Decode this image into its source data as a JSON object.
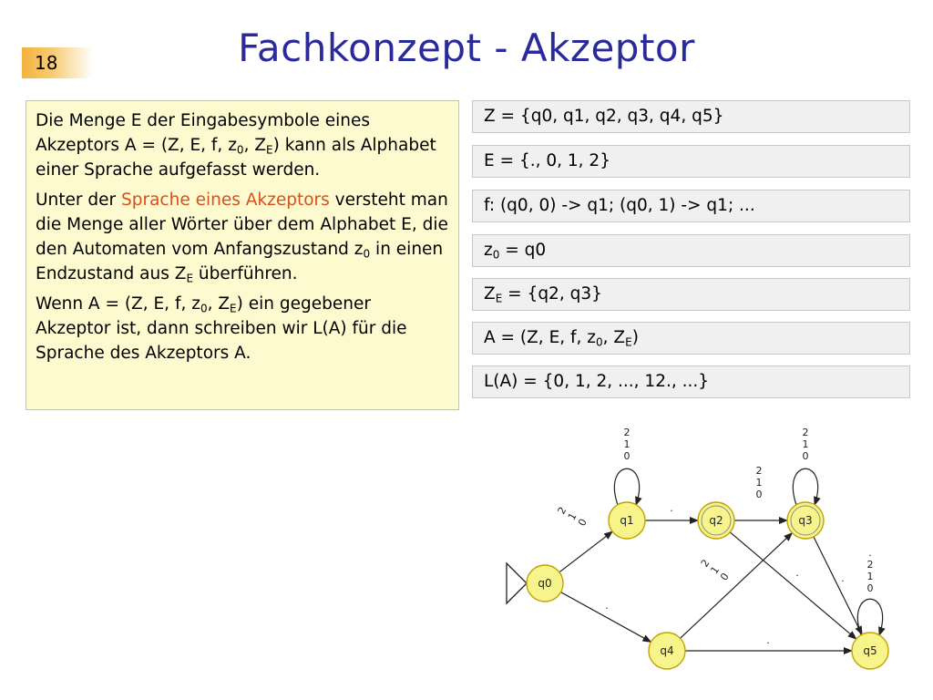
{
  "slide": {
    "number": "18",
    "title": "Fachkonzept - Akzeptor"
  },
  "textbox": {
    "p1": "Die Menge E der Eingabesymbole eines Akzeptors A = (Z, E, f, z0, ZE) kann als Alphabet einer Sprache aufgefasst werden.",
    "p2": "Unter der Sprache eines Akzeptors versteht man die Menge aller Wörter über dem Alphabet E, die den Automaten vom Anfangszustand z0 in einen Endzustand aus ZE überführen.",
    "p3": "Wenn A = (Z, E, f, z0, ZE) ein gegebener Akzeptor ist, dann schreiben wir L(A) für die Sprache des Akzeptors A."
  },
  "definitions": [
    "Z = {q0, q1, q2, q3, q4, q5}",
    "E = {., 0, 1, 2}",
    "f: (q0, 0) -> q1; (q0, 1) -> q1; ...",
    "z0 = q0",
    "ZE = {q2, q3}",
    "A = (Z, E, f, z0, ZE)",
    "L(A) = {0, 1, 2, ..., 12., ...}"
  ],
  "automaton": {
    "states": [
      "q0",
      "q1",
      "q2",
      "q3",
      "q4",
      "q5"
    ],
    "start_state": "q0",
    "final_states": [
      "q2",
      "q3"
    ],
    "colors": {
      "state_fill": "#f7f48c",
      "state_stroke": "#c2a400",
      "arrow": "#222222"
    },
    "edges": [
      {
        "from": "q0",
        "to": "q1",
        "labels": [
          "2",
          "1",
          "0"
        ]
      },
      {
        "from": "q0",
        "to": "q4",
        "labels": [
          "."
        ]
      },
      {
        "from": "q1",
        "to": "q1",
        "labels": [
          "2",
          "1",
          "0"
        ]
      },
      {
        "from": "q1",
        "to": "q2",
        "labels": [
          "."
        ]
      },
      {
        "from": "q2",
        "to": "q3",
        "labels": [
          "2",
          "1",
          "0"
        ]
      },
      {
        "from": "q2",
        "to": "q5",
        "labels": [
          "."
        ]
      },
      {
        "from": "q3",
        "to": "q3",
        "labels": [
          "2",
          "1",
          "0"
        ]
      },
      {
        "from": "q3",
        "to": "q5",
        "labels": [
          "."
        ]
      },
      {
        "from": "q4",
        "to": "q3",
        "labels": [
          "2",
          "1",
          "0"
        ]
      },
      {
        "from": "q4",
        "to": "q5",
        "labels": [
          "."
        ]
      },
      {
        "from": "q5",
        "to": "q5",
        "labels": [
          ".",
          "2",
          "1",
          "0"
        ]
      }
    ]
  }
}
